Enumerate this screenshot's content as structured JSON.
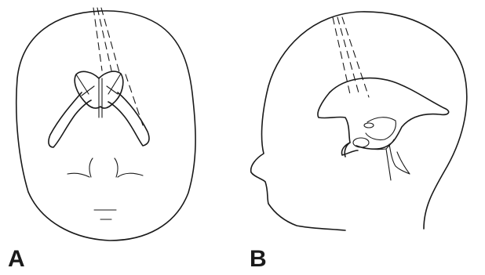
{
  "panels": [
    {
      "id": "A",
      "label": "A",
      "view": "frontal"
    },
    {
      "id": "B",
      "label": "B",
      "view": "lateral"
    }
  ],
  "colors": {
    "line": "#1a1a1a",
    "background": "#ffffff"
  }
}
